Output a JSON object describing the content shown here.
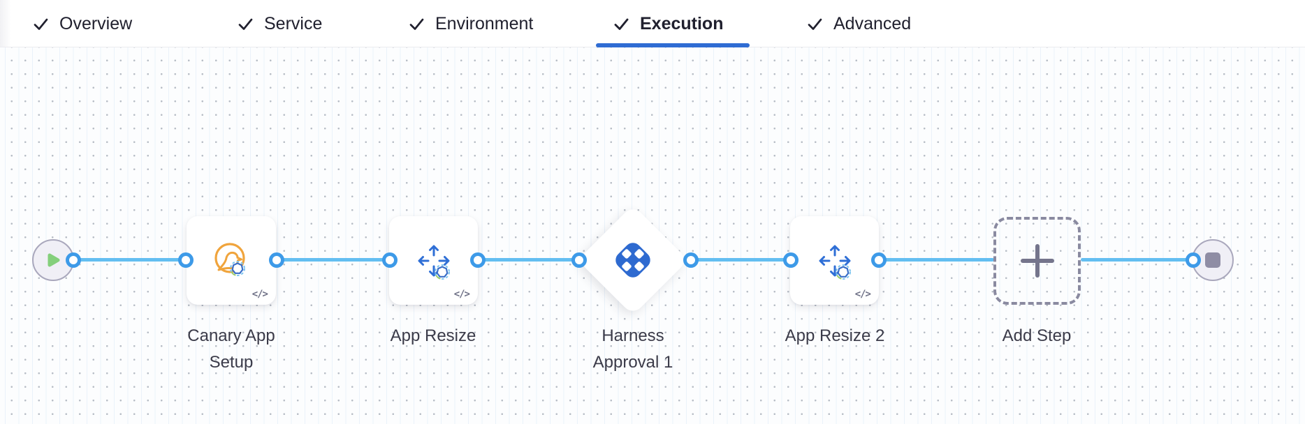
{
  "tab_bar": {
    "tabs": [
      {
        "label": "Overview",
        "checked": true,
        "active": false
      },
      {
        "label": "Service",
        "checked": true,
        "active": false
      },
      {
        "label": "Environment",
        "checked": true,
        "active": false
      },
      {
        "label": "Execution",
        "checked": true,
        "active": true
      },
      {
        "label": "Advanced",
        "checked": true,
        "active": false
      }
    ]
  },
  "pipeline": {
    "start_node": {
      "icon": "play-icon"
    },
    "end_node": {
      "icon": "stop-icon"
    },
    "steps": [
      {
        "name": "Canary App Setup",
        "lines": [
          "Canary App",
          "Setup"
        ],
        "icon": "canary-icon",
        "has_code_badge": true
      },
      {
        "name": "App Resize",
        "lines": [
          "App Resize"
        ],
        "icon": "resize-arrows-icon",
        "has_code_badge": true
      },
      {
        "name": "Harness Approval 1",
        "lines": [
          "Harness",
          "Approval 1"
        ],
        "icon": "harness-approval-icon",
        "has_code_badge": false
      },
      {
        "name": "App Resize 2",
        "lines": [
          "App Resize 2"
        ],
        "icon": "resize-arrows-icon",
        "has_code_badge": true
      },
      {
        "name": "Add Step",
        "lines": [
          "Add Step"
        ],
        "icon": "plus-icon",
        "has_code_badge": false
      }
    ],
    "code_glyph": "</>"
  },
  "colors": {
    "link_blue": "#63bef1",
    "port_ring_blue": "#3d9ae8",
    "tab_underline_blue": "#2f6cd3",
    "harness_logo_blue": "#2e6ad0",
    "canary_orange": "#f0a43c",
    "resize_arrow_blue": "#2f6fd6",
    "play_green": "#84cf7b",
    "terminal_fill": "#f0eff6",
    "terminal_border": "#a9a7bc",
    "stop_grey": "#8f8da4",
    "label_text": "#3b3b49",
    "dashed_border_grey": "#8a8aa0"
  }
}
